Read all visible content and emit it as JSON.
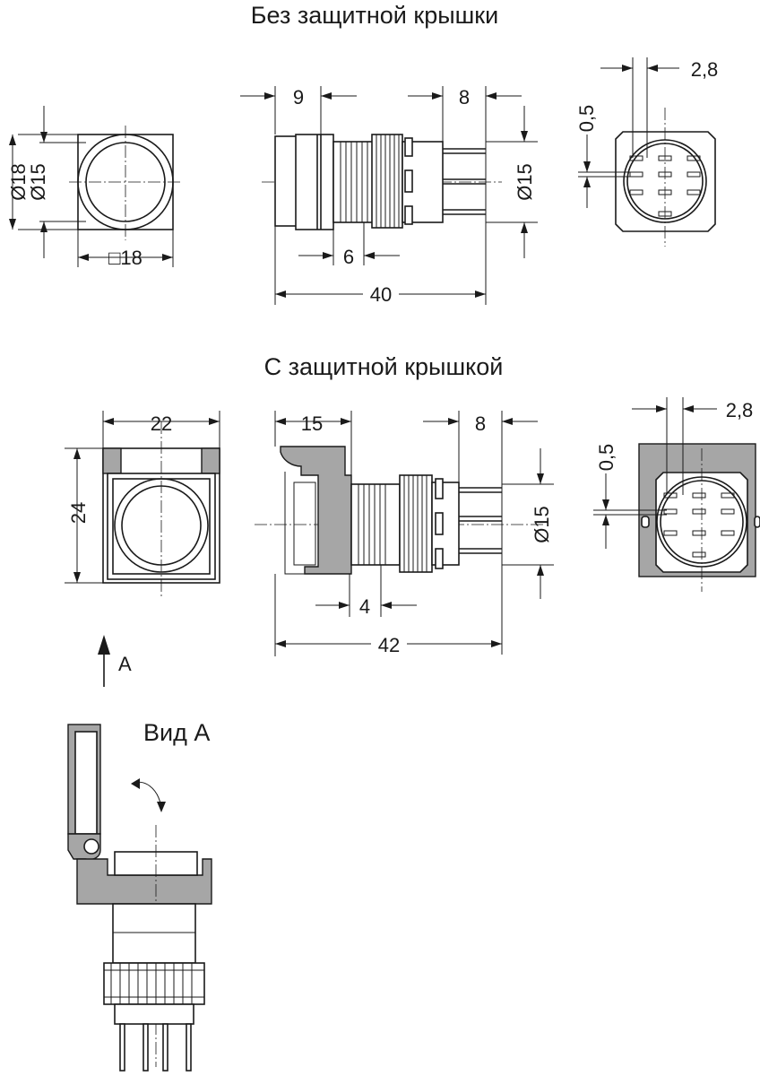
{
  "titles": {
    "without_cover": "Без защитной крышки",
    "with_cover": "С защитной крышкой",
    "view_a": "Вид А",
    "arrow_a": "А"
  },
  "without_cover": {
    "front": {
      "dia_outer": "Ø18",
      "dia_inner": "Ø15",
      "square": "□18"
    },
    "side": {
      "front_len": "9",
      "pin_len": "8",
      "thread_len": "6",
      "total_len": "40",
      "body_dia": "Ø15"
    },
    "rear": {
      "pin_pitch": "2,8",
      "pin_width": "0,5"
    }
  },
  "with_cover": {
    "front": {
      "width": "22",
      "height": "24"
    },
    "side": {
      "front_len": "15",
      "pin_len": "8",
      "thread_len": "4",
      "total_len": "42",
      "body_dia": "Ø15"
    },
    "rear": {
      "pin_pitch": "2,8",
      "pin_width": "0,5"
    }
  }
}
